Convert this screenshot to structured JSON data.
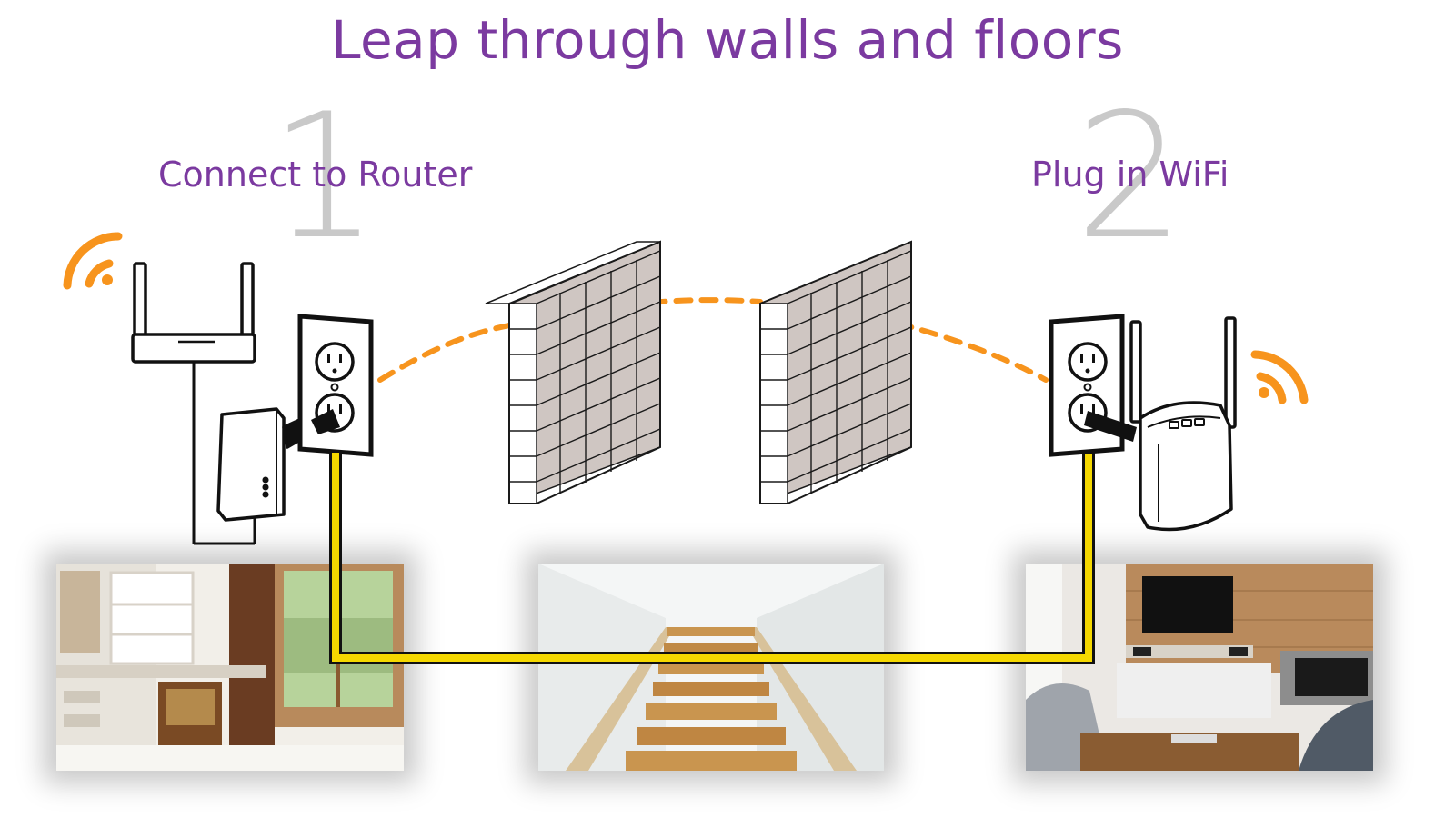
{
  "title": "Leap through walls and floors",
  "steps": [
    {
      "number": "1",
      "label": "Connect to Router"
    },
    {
      "number": "2",
      "label": "Plug in WiFi"
    }
  ],
  "colors": {
    "title": "#7b3aa0",
    "step_number": "#c9c9c9",
    "wifi_signal": "#f7941d",
    "powerline_cable": "#f5d800",
    "brick": "#cfc6c2"
  },
  "icons": [
    "wifi-signal-icon",
    "router-icon",
    "power-outlet-icon",
    "powerline-adapter-icon",
    "wifi-extender-icon",
    "brick-wall-icon"
  ],
  "photos": [
    "home-office-photo",
    "staircase-photo",
    "living-room-photo"
  ]
}
